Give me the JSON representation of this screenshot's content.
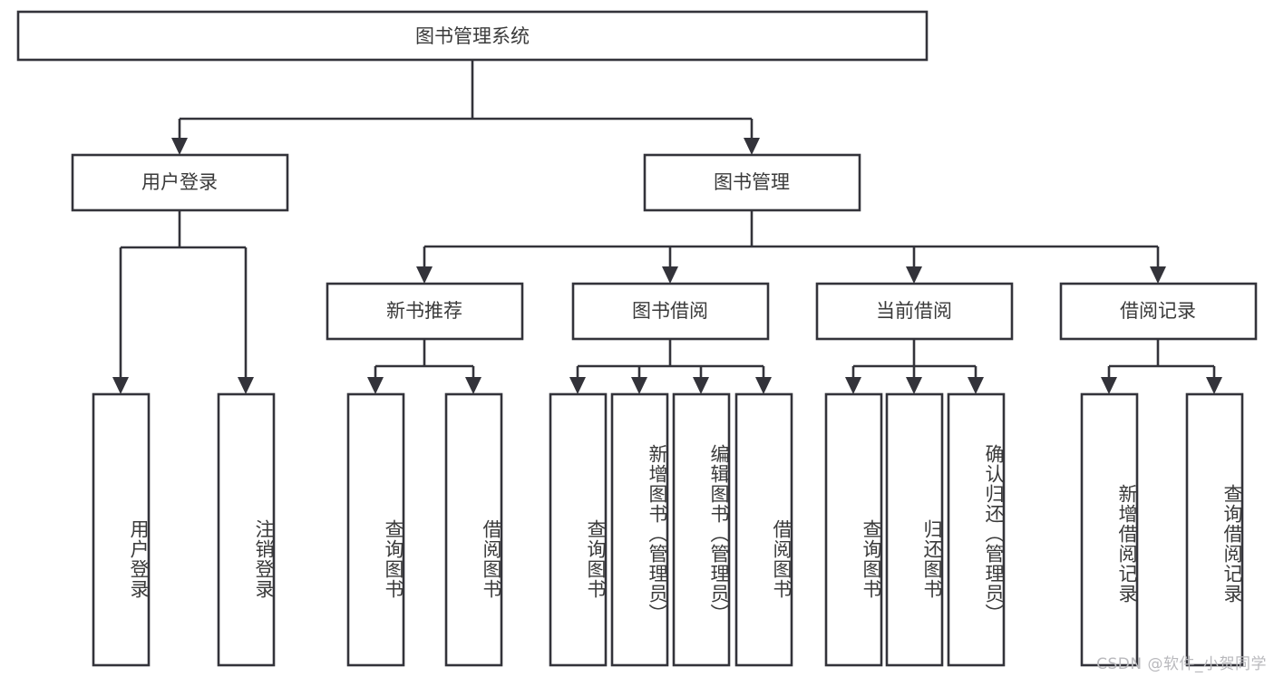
{
  "diagram": {
    "type": "tree-hierarchy-chart",
    "title": "图书管理系统",
    "background_color": "#ffffff",
    "line_color": "#33333a",
    "text_color": "#3a3a3a",
    "root": {
      "id": "root",
      "label": "图书管理系统",
      "orientation": "horizontal"
    },
    "level1": [
      {
        "id": "user-login",
        "label": "用户登录",
        "orientation": "horizontal"
      },
      {
        "id": "book-management",
        "label": "图书管理",
        "orientation": "horizontal"
      }
    ],
    "level2": [
      {
        "id": "new-book-recommend",
        "label": "新书推荐",
        "orientation": "horizontal",
        "parent": "book-management"
      },
      {
        "id": "book-borrow",
        "label": "图书借阅",
        "orientation": "horizontal",
        "parent": "book-management"
      },
      {
        "id": "current-borrow",
        "label": "当前借阅",
        "orientation": "horizontal",
        "parent": "book-management"
      },
      {
        "id": "borrow-record",
        "label": "借阅记录",
        "orientation": "horizontal",
        "parent": "book-management"
      }
    ],
    "leaves": [
      {
        "id": "leaf-user-login",
        "label": "用户登录",
        "orientation": "vertical",
        "parent": "user-login"
      },
      {
        "id": "leaf-logout",
        "label": "注销登录",
        "orientation": "vertical",
        "parent": "user-login"
      },
      {
        "id": "leaf-query-book-1",
        "label": "查询图书",
        "orientation": "vertical",
        "parent": "new-book-recommend"
      },
      {
        "id": "leaf-borrow-book-1",
        "label": "借阅图书",
        "orientation": "vertical",
        "parent": "new-book-recommend"
      },
      {
        "id": "leaf-query-book-2",
        "label": "查询图书",
        "orientation": "vertical",
        "parent": "book-borrow"
      },
      {
        "id": "leaf-add-book",
        "label": "新增图书（管理员）",
        "orientation": "vertical",
        "parent": "book-borrow"
      },
      {
        "id": "leaf-edit-book",
        "label": "编辑图书（管理员）",
        "orientation": "vertical",
        "parent": "book-borrow"
      },
      {
        "id": "leaf-borrow-book-2",
        "label": "借阅图书",
        "orientation": "vertical",
        "parent": "book-borrow"
      },
      {
        "id": "leaf-query-book-3",
        "label": "查询图书",
        "orientation": "vertical",
        "parent": "current-borrow"
      },
      {
        "id": "leaf-return-book",
        "label": "归还图书",
        "orientation": "vertical",
        "parent": "current-borrow"
      },
      {
        "id": "leaf-confirm-return",
        "label": "确认归还（管理员）",
        "orientation": "vertical",
        "parent": "current-borrow"
      },
      {
        "id": "leaf-add-record",
        "label": "新增借阅记录",
        "orientation": "vertical",
        "parent": "borrow-record"
      },
      {
        "id": "leaf-query-record",
        "label": "查询借阅记录",
        "orientation": "vertical",
        "parent": "borrow-record"
      }
    ],
    "watermark": "CSDN @软件_小贺同学"
  }
}
